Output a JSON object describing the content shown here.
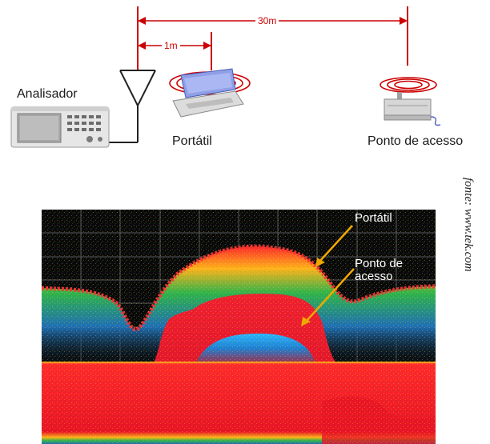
{
  "setup": {
    "distance_far_label": "30m",
    "distance_near_label": "1m",
    "analyzer_label": "Analisador",
    "laptop_label": "Portátil",
    "access_point_label": "Ponto de acesso",
    "line_color": "#cc0000",
    "ring_color": "#cc0000"
  },
  "spectrum": {
    "annotation_laptop": "Portátil",
    "annotation_access_point": "Ponto de\nacesso",
    "arrow_color": "#f0a800",
    "background_color": "#0a0a0a",
    "grid_color": "#5a5a5a"
  },
  "source_credit": "fonte: www.tek.com"
}
